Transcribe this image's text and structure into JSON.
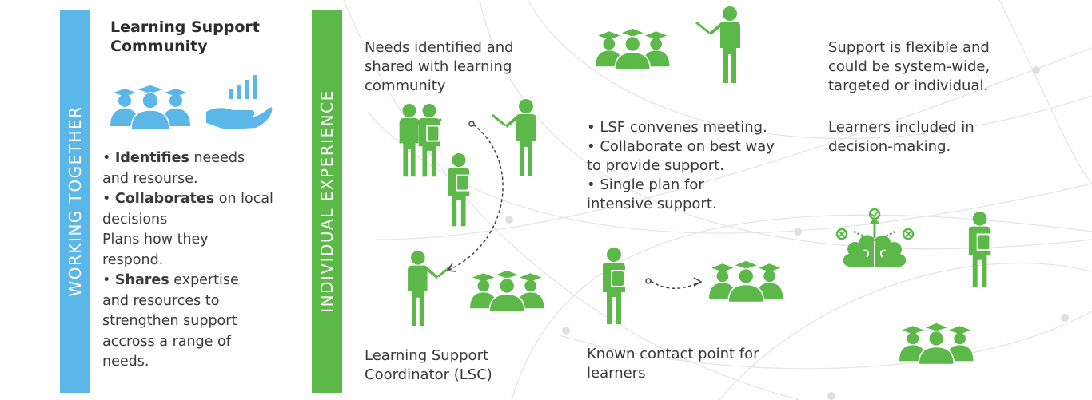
{
  "colors": {
    "blue": "#5bb7e8",
    "green": "#5cb848",
    "text": "#3a3a3a",
    "line": "#e2e2e2"
  },
  "working_together": {
    "label": "WORKING TOGETHER",
    "title_line1": "Learning Support",
    "title_line2": "Community",
    "items": [
      {
        "bold": "Identifies",
        "rest_line1": " neeeds",
        "line2": "and resourse."
      },
      {
        "bold": "Collaborates",
        "rest_line1": " on local",
        "line2": "decisions"
      },
      {
        "line1": "Plans how they",
        "line2": "respond."
      },
      {
        "bold": "Shares",
        "rest_line1": " expertise",
        "line2": "and resources to",
        "line3": "strengthen support",
        "line4": "accross a range of",
        "line5": "needs."
      }
    ]
  },
  "individual_experience": {
    "label": "INDIVIDUAL EXPERIENCE",
    "needs_text": [
      "Needs identified and",
      "shared with learning",
      "community"
    ],
    "meeting_text": [
      "• LSF convenes meeting.",
      "• Collaborate on best way",
      "to provide support.",
      "• Single plan for",
      "intensive support."
    ],
    "flexible_text": [
      "Support is flexible and",
      "could be system-wide,",
      "targeted or individual."
    ],
    "learners_text": [
      "Learners included in",
      "decision-making."
    ],
    "coordinator_text": [
      "Learning Support",
      "Coordinator (LSC)"
    ],
    "contact_text": [
      "Known contact point for",
      "learners"
    ]
  },
  "icons": [
    "graduates-group-icon",
    "hand-chart-icon",
    "teacher-pointing-icon",
    "person-holding-document-icon",
    "brain-decision-icon"
  ]
}
